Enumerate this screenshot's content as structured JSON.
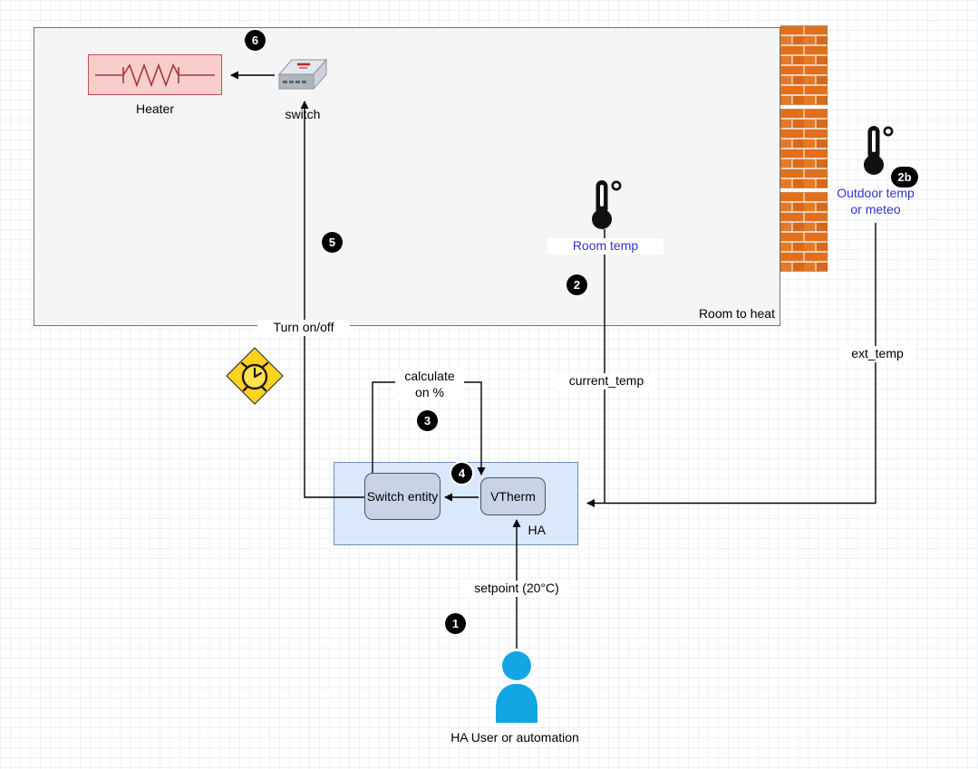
{
  "diagram": {
    "room": {
      "label": "Room to heat"
    },
    "nodes": {
      "heater": {
        "label": "Heater"
      },
      "switch": {
        "label": "switch"
      },
      "room_temp": {
        "label": "Room temp"
      },
      "outdoor_temp": {
        "label": "Outdoor temp or meteo"
      },
      "ha": {
        "label": "HA"
      },
      "switch_entity": {
        "label": "Switch entity"
      },
      "vtherm": {
        "label": "VTherm"
      },
      "user": {
        "label": "HA User or automation"
      }
    },
    "edges": {
      "turn_on_off": {
        "label": "Turn on/off"
      },
      "calculate": {
        "label": "calculate on %"
      },
      "current_temp": {
        "label": "current_temp"
      },
      "ext_temp": {
        "label": "ext_temp"
      },
      "setpoint": {
        "label": "setpoint (20°C)"
      }
    },
    "badges": {
      "step1": "1",
      "step2": "2",
      "step2b": "2b",
      "step3": "3",
      "step4": "4",
      "step5": "5",
      "step6": "6"
    },
    "colors": {
      "room_fill": "#f5f5f5",
      "room_border": "#737373",
      "ha_fill": "#dae8fc",
      "ha_border": "#6c8ebf",
      "entity_fill": "#c9d3e6",
      "entity_border": "#45546e",
      "heater_fill": "#f8cecc",
      "heater_border": "#b85450",
      "blue_label": "#3333cc",
      "badge_bg": "#000000",
      "badge_text": "#ffffff",
      "brick": "#e0701c",
      "mortar": "#f0e9e2",
      "person": "#14a5e3",
      "alarm": "#ffd21e",
      "connector": "#000000"
    }
  }
}
